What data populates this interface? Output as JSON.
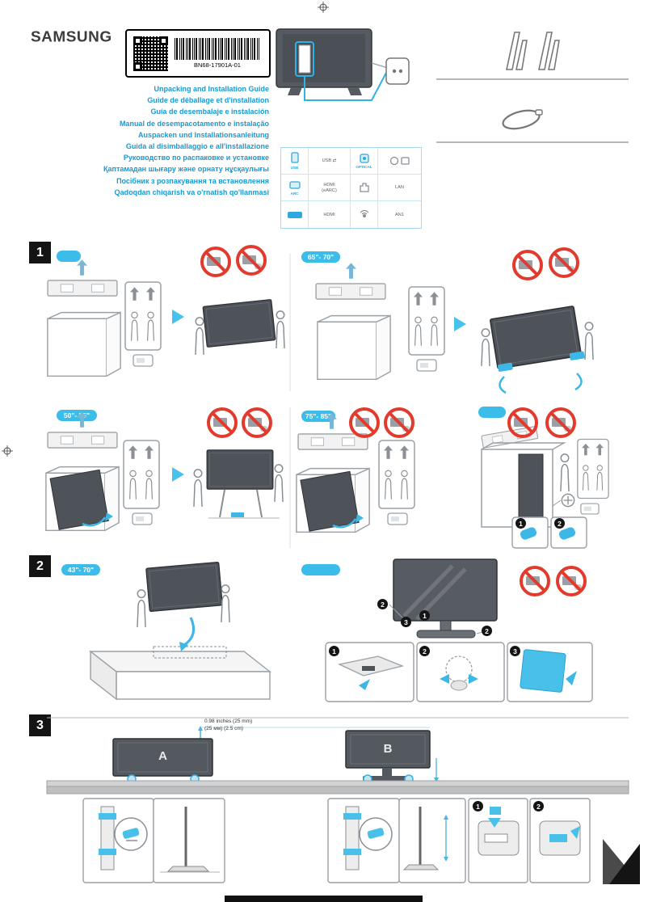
{
  "brand": "SAMSUNG",
  "label": {
    "code": "BN68-17901A-01"
  },
  "titles": [
    "Unpacking and Installation Guide",
    "Guide de déballage et d'installation",
    "Guía de desembalaje e instalación",
    "Manual de desempacotamento e instalação",
    "Auspacken und Installationsanleitung",
    "Guida al disimballaggio e all'installazione",
    "Руководство по распаковке и установке",
    "Қаптамадан шығару және орнату нұсқаулығы",
    "Посібник з розпакування та встановлення",
    "Qadoqdan chiqarish va o'rnatish qo'llanmasi"
  ],
  "ports": {
    "usb_port": "USB",
    "usb": "USB ⇄",
    "optical_port": "OPTICAL",
    "arc_port": "ARC",
    "hdmi_earc_line1": "HDMI",
    "hdmi_earc_line2": "(eARC)",
    "lan": "LAN",
    "hdmi": "HDMI",
    "ant": "AN1"
  },
  "sections": {
    "one": "1",
    "two": "2",
    "three": "3"
  },
  "badges": {
    "s1_left": "",
    "s1_right": "65\"- 70\"",
    "s1b_left": "50\"- 55\"",
    "s1b_mid": "75\"- 85\"",
    "s1b_right": "",
    "s2_left": "43\"- 70\"",
    "s2_right": ""
  },
  "steps": {
    "one": "1",
    "two": "2",
    "three": "3"
  },
  "measurement": {
    "line1": "0.98 inches (25 mm)",
    "line2": "(25 мм) (2.5 cm)"
  },
  "tv_labels": {
    "a": "A",
    "b": "B"
  }
}
